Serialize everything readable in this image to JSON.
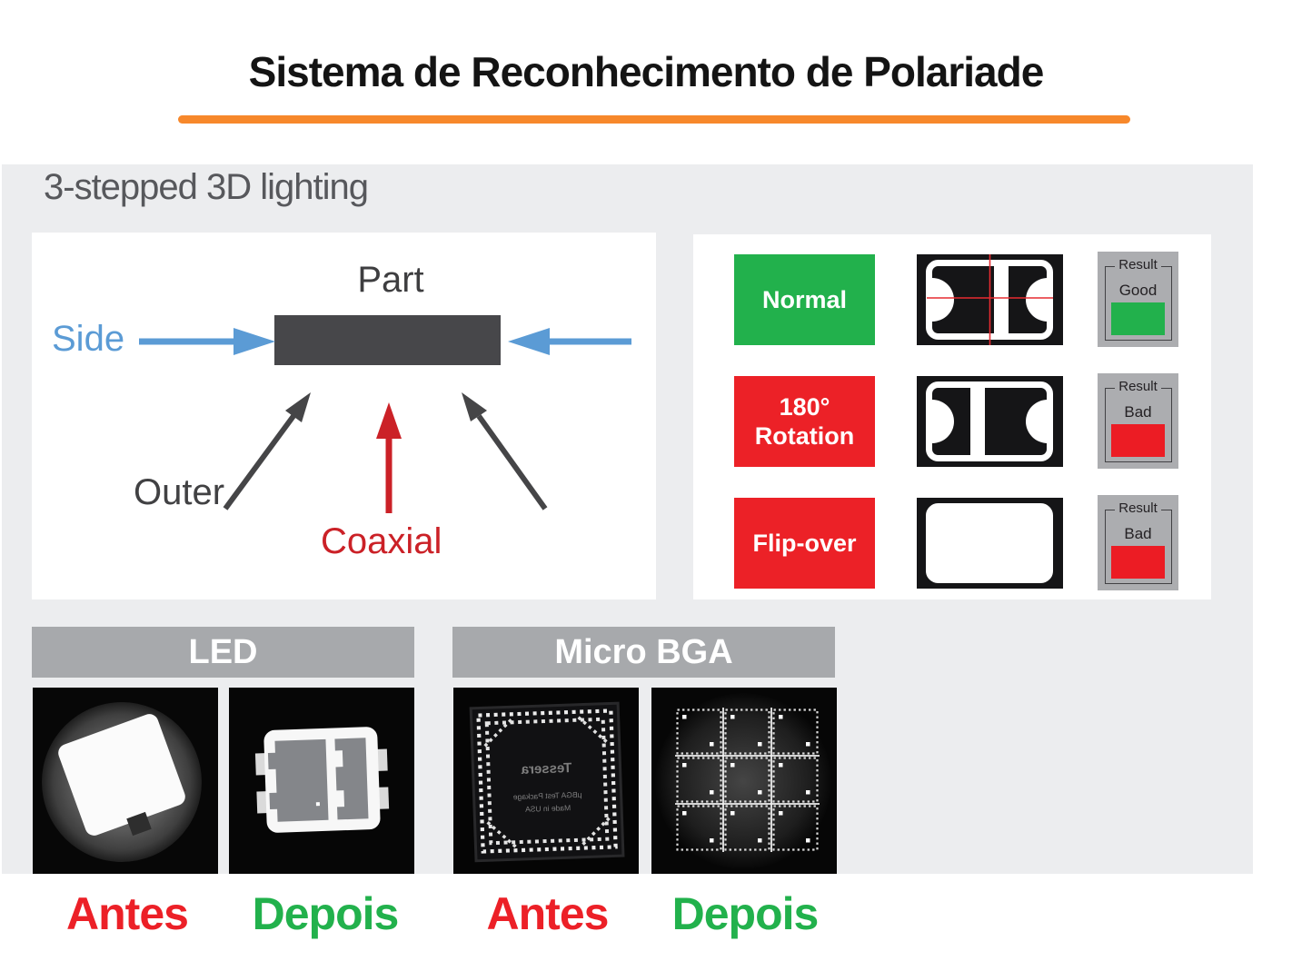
{
  "title": "Sistema de Reconhecimento de Polariade",
  "section": {
    "heading": "3-stepped 3D lighting",
    "diagram": {
      "part_label": "Part",
      "side_label": "Side",
      "outer_label": "Outer",
      "coaxial_label": "Coaxial"
    },
    "rows": [
      {
        "button_line1": "Normal",
        "button_line2": "",
        "status": "good",
        "result_label": "Result",
        "result_value": "Good"
      },
      {
        "button_line1": "180°",
        "button_line2": "Rotation",
        "status": "bad",
        "result_label": "Result",
        "result_value": "Bad"
      },
      {
        "button_line1": "Flip-over",
        "button_line2": "",
        "status": "bad",
        "result_label": "Result",
        "result_value": "Bad"
      }
    ]
  },
  "examples": [
    {
      "header": "LED",
      "before_label": "Antes",
      "after_label": "Depois"
    },
    {
      "header": "Micro BGA",
      "before_label": "Antes",
      "after_label": "Depois",
      "chip_markings": [
        "Tessera",
        "µBGA Test Package",
        "Made in USA"
      ]
    }
  ],
  "colors": {
    "accent_orange": "#F7882B",
    "good_green": "#22B14C",
    "bad_red": "#EC2127",
    "side_blue": "#5B9BD5",
    "coaxial_red": "#CB2127",
    "panel_gray": "#ECEDEF",
    "header_gray": "#A7A9AC",
    "result_gray": "#ACADB0",
    "part_dark": "#47474A"
  }
}
